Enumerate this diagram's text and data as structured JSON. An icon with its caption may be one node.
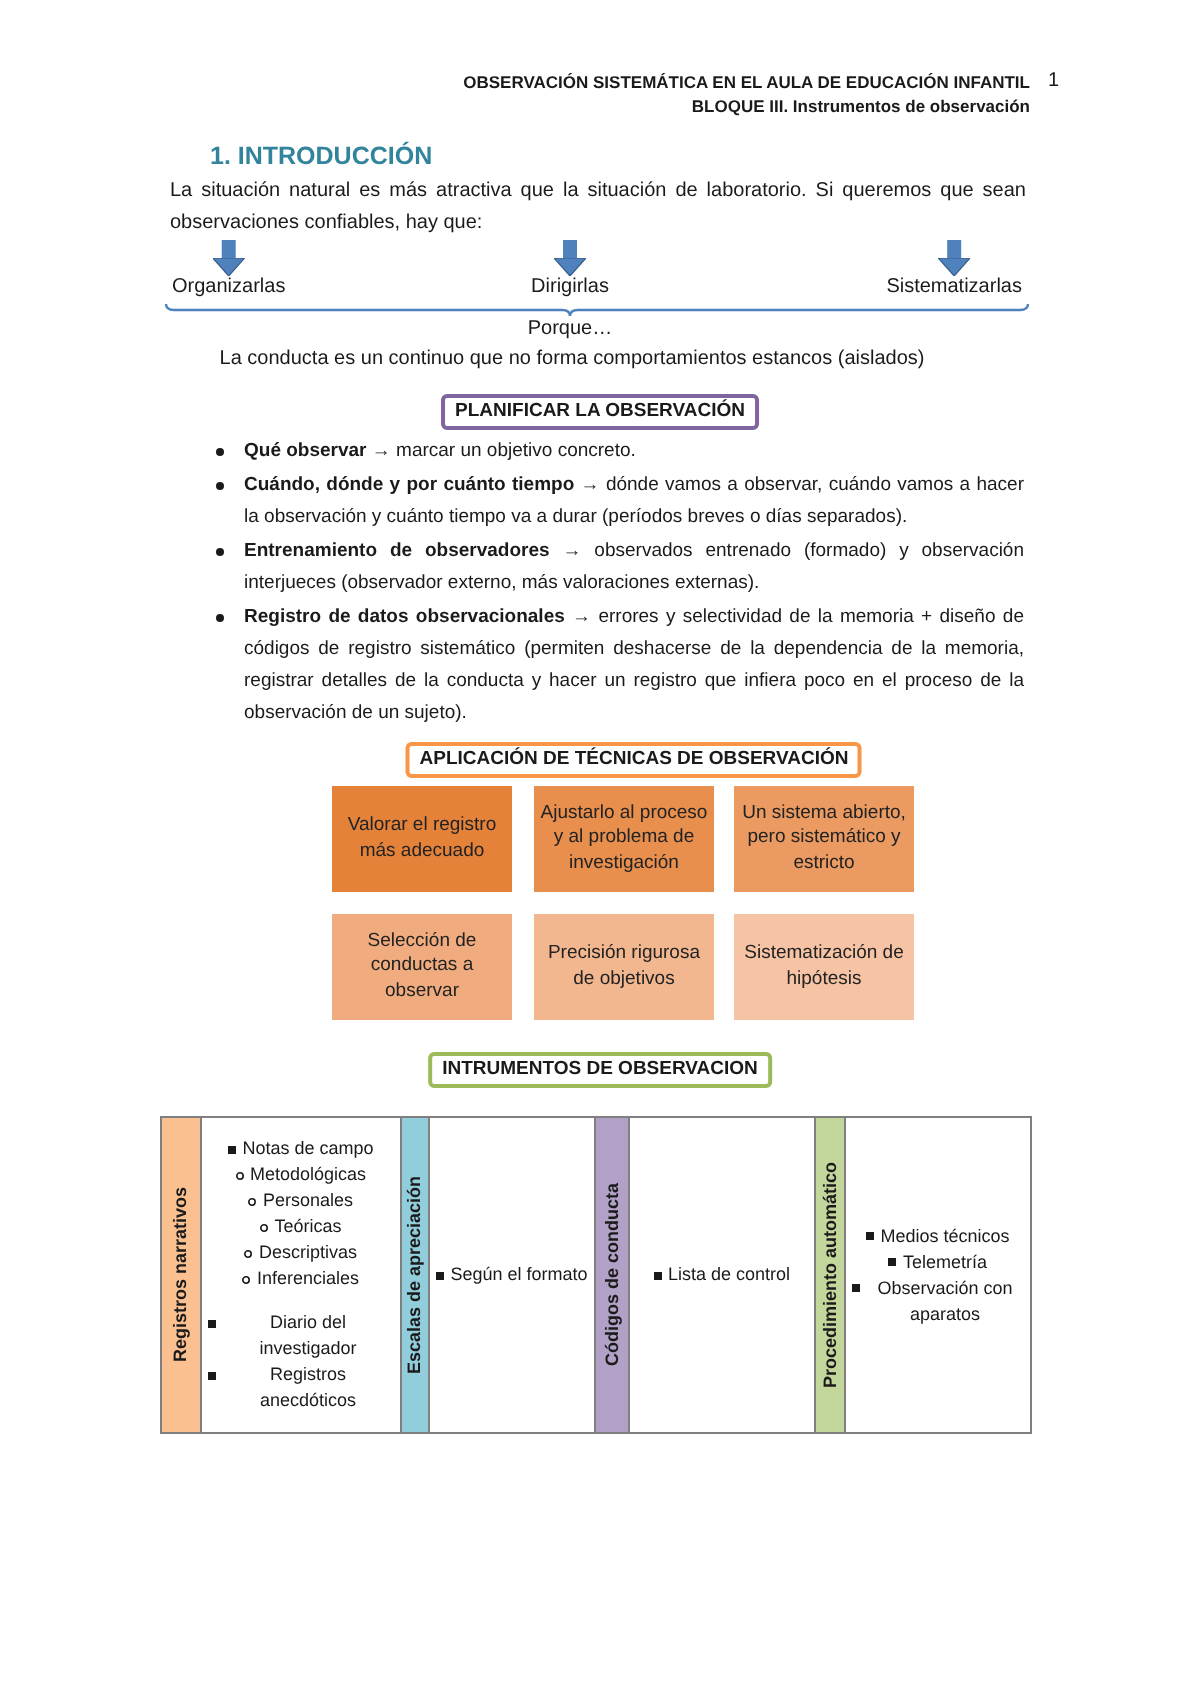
{
  "diagram": {
    "title": "1. INTRODUCCIÓN",
    "nodes": [
      {
        "text": [
          "La situación natural es más atractiva que la situación de laboratorio. Si queremos que sean observaciones confiables, hay que:"
        ]
      },
      {
        "text": [
          "Organizarlas"
        ]
      },
      {
        "text": [
          "Dirigirlas"
        ]
      },
      {
        "text": [
          "Sistematizarlas"
        ]
      },
      {
        "text": [
          "PLANIFICAR LA OBSERVACIÓN"
        ]
      },
      {
        "text": [
          "APLICACIÓN DE TÉCNICAS DE OBSERVACIÓN"
        ]
      },
      {
        "text": [
          "Valorar el registro más adecuado"
        ]
      },
      {
        "text": [
          "Ajustarlo al proceso y al problema de investigación"
        ]
      },
      {
        "text": [
          "Un sistema abierto, pero sistemático y estricto"
        ]
      },
      {
        "text": [
          "Selección de conductas a observar"
        ]
      },
      {
        "text": [
          "Precisión rigurosa de objetivos"
        ]
      },
      {
        "text": [
          "Sistematización de hipótesis"
        ]
      },
      {
        "text": [
          "INTRUMENTOS DE OBSERVACION"
        ]
      }
    ],
    "edges": [
      {
        "from": 0,
        "to": 1,
        "arrow": "to"
      },
      {
        "from": 0,
        "to": 2,
        "arrow": "to"
      },
      {
        "from": 0,
        "to": 3,
        "arrow": "to"
      }
    ],
    "labels": [
      "OBSERVACIÓN SISTEMÁTICA EN EL AULA DE EDUCACIÓN INFANTIL",
      "1",
      "BLOQUE III. Instrumentos de observación",
      "Porque…",
      "La conducta es un continuo que no forma comportamientos estancos (aislados)",
      "**Qué observar** → marcar un objetivo concreto.",
      "**Cuándo, dónde y por cuánto tiempo** → dónde vamos a observar, cuándo vamos a hacer la observación y cuánto tiempo va a durar (períodos breves o días separados).",
      "**Entrenamiento de observadores** → observados entrenado (formado) y observación interjueces (observador externo, más valoraciones externas).",
      "**Registro de datos observacionales** → errores y selectividad de la memoria + diseño de códigos de registro sistemático (permiten deshacerse de la dependencia de la memoria, registrar detalles de la conducta y hacer un registro que infiera poco en el proceso de la observación de un sujeto).",
      "Registros narrativos",
      "Notas de campo",
      "Metodológicas",
      "Personales",
      "Teóricas",
      "Descriptivas",
      "Inferenciales",
      "Diario del investigador",
      "Registros anecdóticos",
      "Escalas de apreciación",
      "Según el formato",
      "Códigos de conducta",
      "Lista de control",
      "Procedimiento automático",
      "Medios técnicos",
      "Telemetría",
      "Observación con aparatos"
    ]
  }
}
